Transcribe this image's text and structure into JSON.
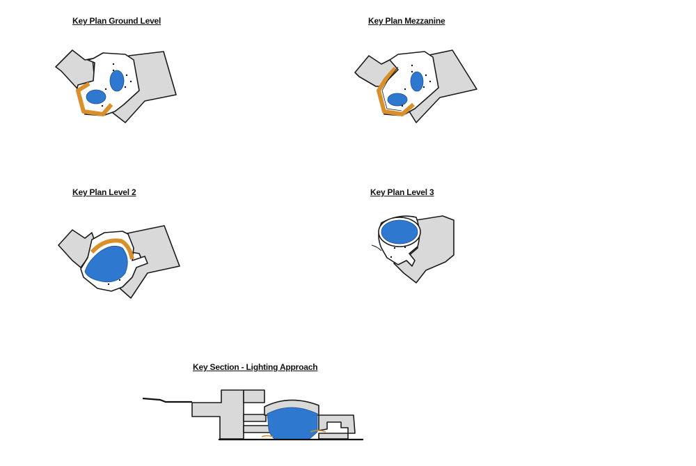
{
  "captions": {
    "ground_level": "Key Plan Ground Level",
    "mezzanine": "Key Plan Mezzanine",
    "level_2": "Key Plan Level 2",
    "level_3": "Key Plan Level 3",
    "section": "Key Section - Lighting Approach"
  },
  "colors": {
    "atrium_blue": "#2f78d0",
    "ramp_orange": "#d9902a",
    "wall_grey": "#d9d9d9",
    "outline": "#1a1a1a"
  }
}
